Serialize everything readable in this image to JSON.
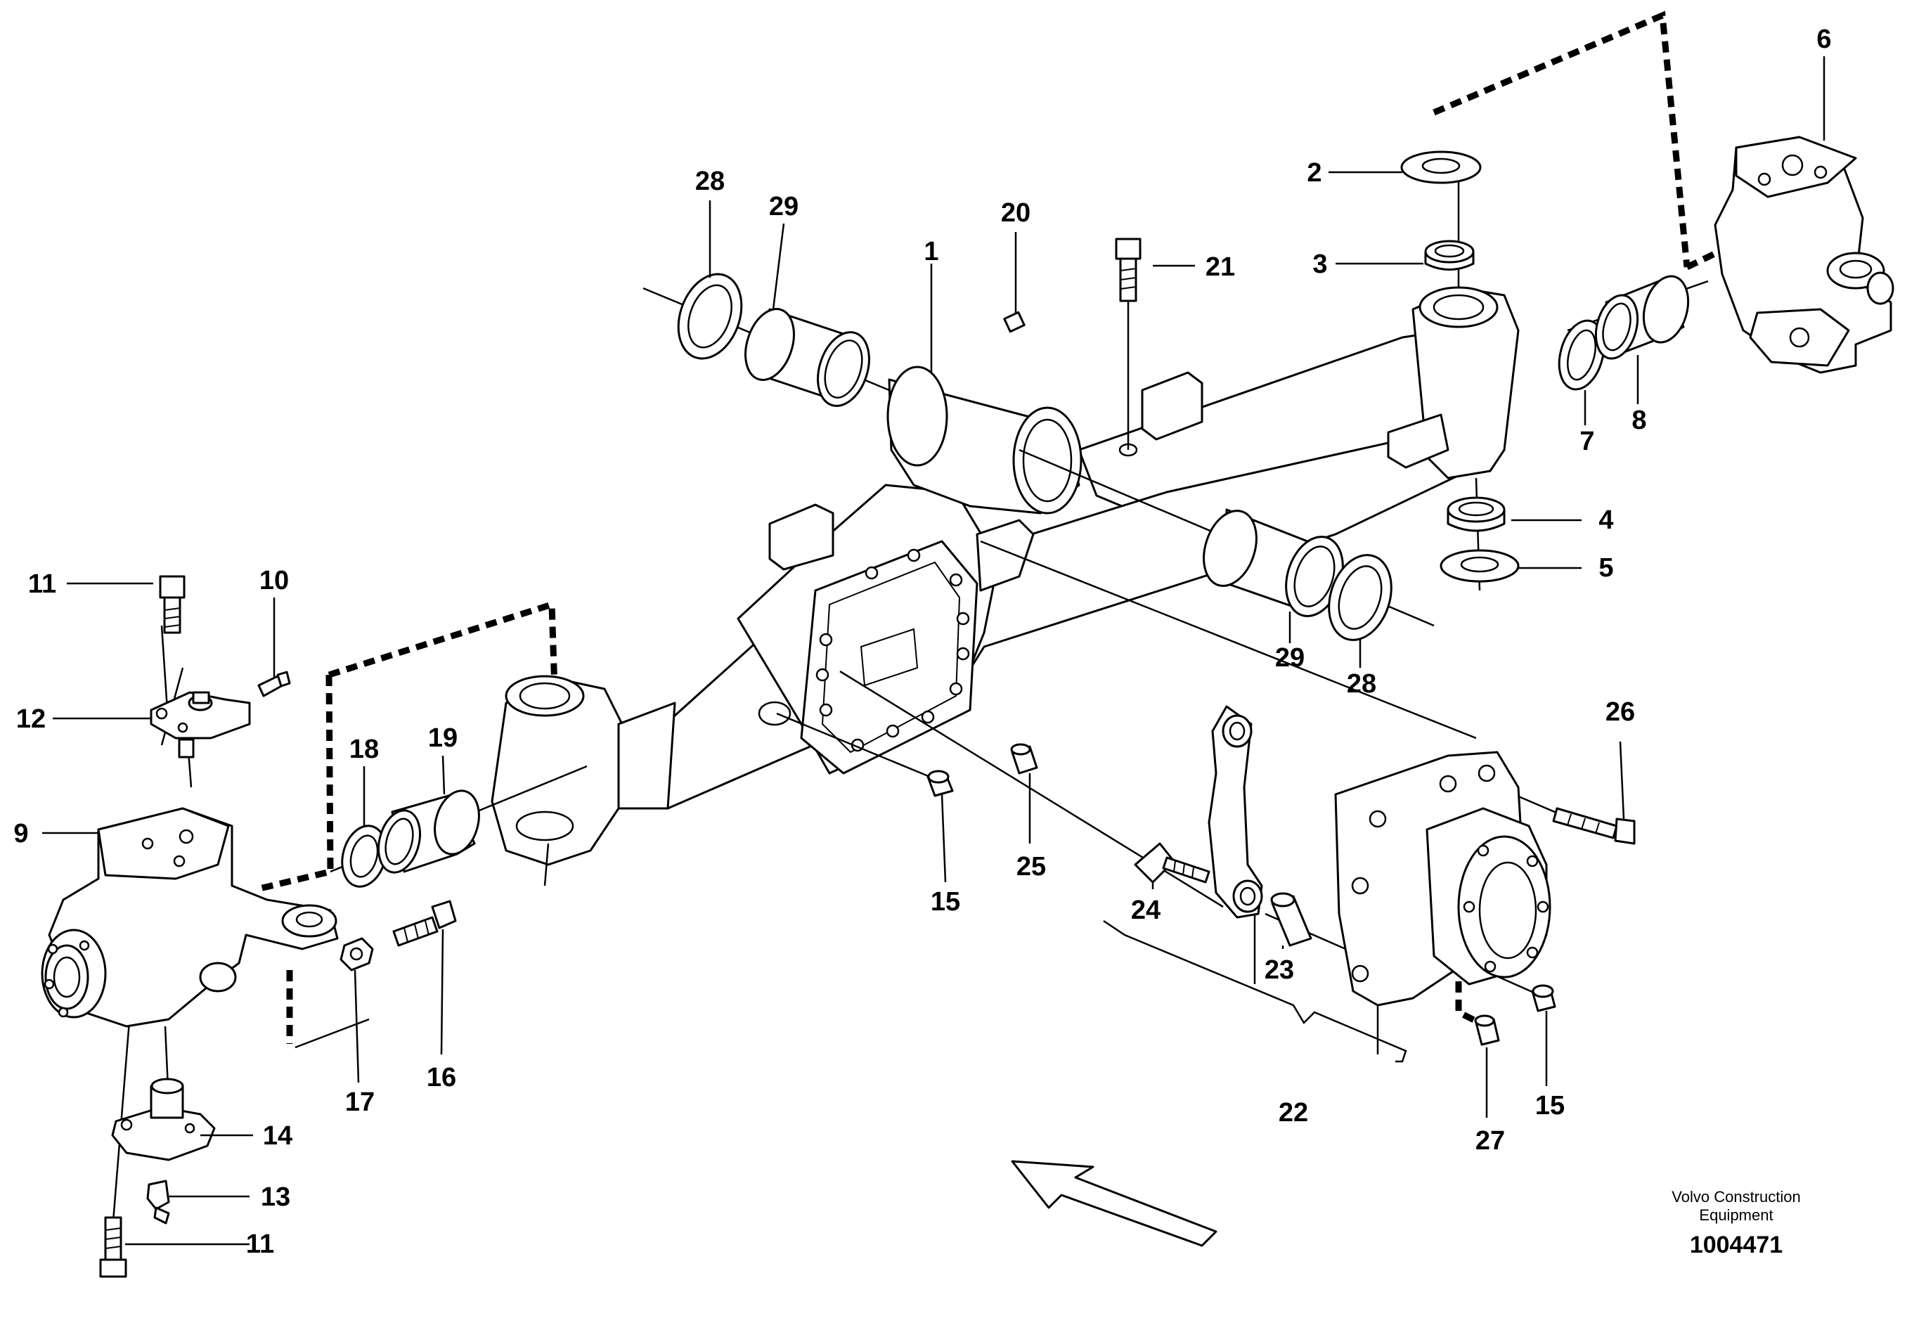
{
  "labels": {
    "l1": "1",
    "l2": "2",
    "l3": "3",
    "l4": "4",
    "l5": "5",
    "l6": "6",
    "l7": "7",
    "l8": "8",
    "l9": "9",
    "l10": "10",
    "l11a": "11",
    "l11b": "11",
    "l12": "12",
    "l13": "13",
    "l14": "14",
    "l15a": "15",
    "l15b": "15",
    "l16": "16",
    "l17": "17",
    "l18": "18",
    "l19": "19",
    "l20": "20",
    "l21": "21",
    "l22": "22",
    "l23": "23",
    "l24": "24",
    "l25": "25",
    "l26": "26",
    "l27": "27",
    "l28a": "28",
    "l28b": "28",
    "l29a": "29",
    "l29b": "29"
  },
  "credit": {
    "line1": "Volvo Construction",
    "line2": "Equipment"
  },
  "doc_number": "1004471"
}
